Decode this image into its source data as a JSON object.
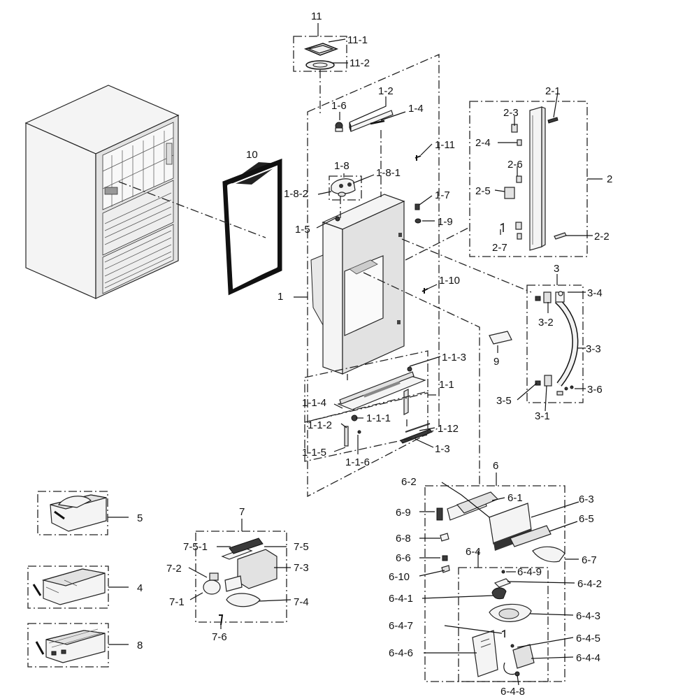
{
  "labels": {
    "l11": "11",
    "l11_1": "11-1",
    "l11_2": "11-2",
    "l1_2": "1-2",
    "l1_6": "1-6",
    "l1_4": "1-4",
    "l1_11": "1-11",
    "l1_8": "1-8",
    "l1_8_1": "1-8-1",
    "l1_8_2": "1-8-2",
    "l1_7": "1-7",
    "l1_9": "1-9",
    "l1_5": "1-5",
    "l10": "10",
    "l1": "1",
    "l1_10": "1-10",
    "l1_1_3": "1-1-3",
    "l1_1": "1-1",
    "l1_1_4": "1-1-4",
    "l1_1_1": "1-1-1",
    "l1_1_2": "1-1-2",
    "l1_12": "1-12",
    "l1_1_5": "1-1-5",
    "l1_3": "1-3",
    "l1_1_6": "1-1-6",
    "l2_1": "2-1",
    "l2_3": "2-3",
    "l2_4": "2-4",
    "l2_6": "2-6",
    "l2": "2",
    "l2_5": "2-5",
    "l2_7": "2-7",
    "l2_2": "2-2",
    "l3": "3",
    "l3_4": "3-4",
    "l3_2": "3-2",
    "l3_3": "3-3",
    "l3_6": "3-6",
    "l3_5": "3-5",
    "l3_1": "3-1",
    "l9": "9",
    "l5": "5",
    "l4": "4",
    "l8": "8",
    "l7": "7",
    "l7_5_1": "7-5-1",
    "l7_5": "7-5",
    "l7_2": "7-2",
    "l7_3": "7-3",
    "l7_1": "7-1",
    "l7_4": "7-4",
    "l7_6": "7-6",
    "l6": "6",
    "l6_2": "6-2",
    "l6_1": "6-1",
    "l6_3": "6-3",
    "l6_9": "6-9",
    "l6_5": "6-5",
    "l6_8": "6-8",
    "l6_4": "6-4",
    "l6_6": "6-6",
    "l6_7": "6-7",
    "l6_4_9": "6-4-9",
    "l6_10": "6-10",
    "l6_4_2": "6-4-2",
    "l6_4_1": "6-4-1",
    "l6_4_3": "6-4-3",
    "l6_4_7": "6-4-7",
    "l6_4_5": "6-4-5",
    "l6_4_6": "6-4-6",
    "l6_4_4": "6-4-4",
    "l6_4_8": "6-4-8"
  }
}
